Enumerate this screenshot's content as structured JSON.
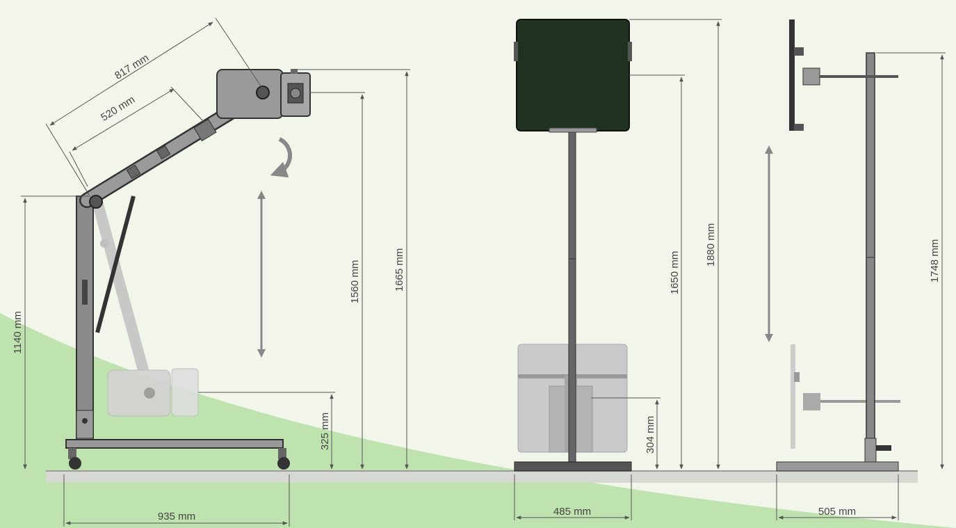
{
  "palette": {
    "background": "#f1f5ea",
    "swoosh": "#bfe3af",
    "frame": "#6e6e6e",
    "frame_dark": "#3a3a3a",
    "panel": "#1f3320",
    "ghost": "#c8c8c8",
    "dimension_line": "#555555",
    "arrow": "#888888"
  },
  "icons": [
    "rotate-arrow-icon",
    "double-arrow-icon"
  ],
  "mobile_stand": {
    "arm_length_outer": "817 mm",
    "arm_length_inner": "520 mm",
    "pivot_height": "1140 mm",
    "head_height_mid": "1560 mm",
    "head_height_top": "1665 mm",
    "min_height": "325 mm",
    "base_width": "935 mm"
  },
  "panel_stand": {
    "panel_center_height": "1650 mm",
    "total_height": "1880 mm",
    "min_height": "304 mm",
    "base_width": "485 mm"
  },
  "side_stand": {
    "total_height": "1748 mm",
    "base_width": "505 mm"
  }
}
